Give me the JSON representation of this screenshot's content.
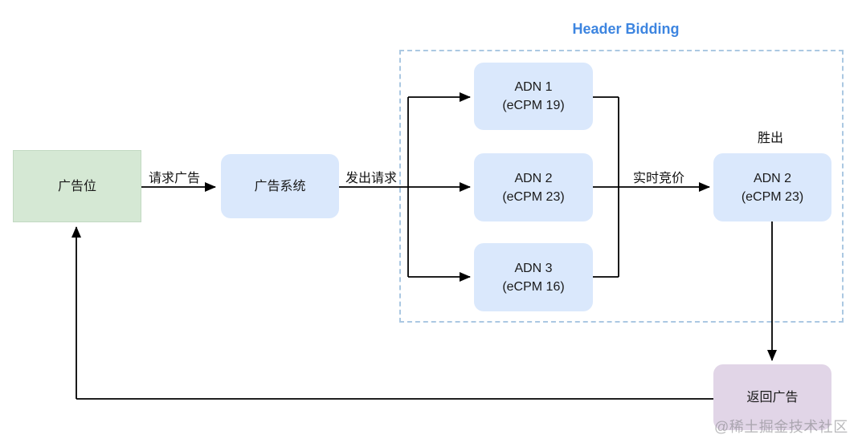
{
  "header": {
    "title": "Header Bidding",
    "title_color": "#3d85e0",
    "frame_border_color": "#abc8e2"
  },
  "nodes": {
    "ad_slot": {
      "label": "广告位",
      "fill": "#d5e8d4"
    },
    "ad_system": {
      "label": "广告系统",
      "fill": "#dae8fc"
    },
    "adn1": {
      "title": "ADN 1",
      "subtitle": "(eCPM 19)",
      "fill": "#dae8fc"
    },
    "adn2": {
      "title": "ADN 2",
      "subtitle": "(eCPM 23)",
      "fill": "#dae8fc"
    },
    "adn3": {
      "title": "ADN 3",
      "subtitle": "(eCPM 16)",
      "fill": "#dae8fc"
    },
    "winner": {
      "tag": "胜出",
      "title": "ADN 2",
      "subtitle": "(eCPM 23)",
      "fill": "#dae8fc"
    },
    "return_ad": {
      "label": "返回广告",
      "fill": "#e1d5e7"
    }
  },
  "edge_labels": {
    "request_ad": "请求广告",
    "send_request": "发出请求",
    "realtime_bidding": "实时竞价"
  },
  "watermark": "@稀土掘金技术社区",
  "line_color": "#000000"
}
